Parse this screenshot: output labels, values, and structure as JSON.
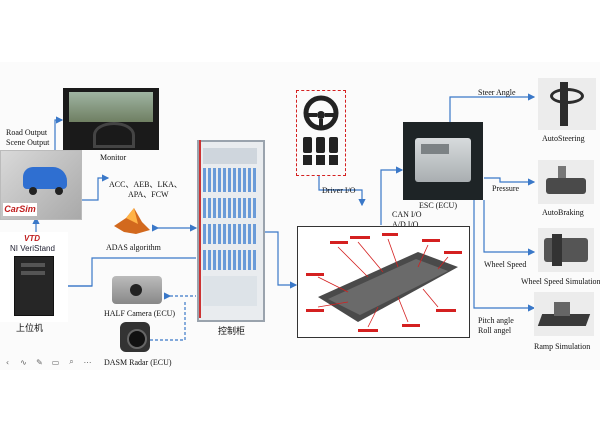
{
  "labels": {
    "road_output": "Road Output",
    "scene_output": "Scene Output",
    "monitor": "Monitor",
    "carsim": "CarSim",
    "veristand_brand": "VTD",
    "veristand_name": "NI VeriStand",
    "upper_pc": "上位机",
    "adas_functions_line1": "ACC、AEB、LKA、",
    "adas_functions_line2": "APA、FCW",
    "adas_algorithm": "ADAS algorithm",
    "half_camera": "HALF Camera (ECU)",
    "dasm_radar": "DASM Radar (ECU)",
    "cabinet": "控制柜",
    "driver_io": "Driver I/O",
    "can_io": "CAN I/O",
    "ad_io": "A/D I/O",
    "esc_ecu": "ESC (ECU)",
    "steer_angle": "Steer Angle",
    "auto_steering": "AutoSteering",
    "pressure": "Pressure",
    "auto_braking": "AutoBraking",
    "wheel_speed": "Wheel Speed",
    "wheel_speed_sim": "Wheel Speed Simulation",
    "pitch_angle": "Pitch angle",
    "roll_angel": "Roll angel",
    "ramp_sim": "Ramp Simulation"
  },
  "colors": {
    "arrow": "#3a78c8",
    "dashed_box": "#d42020",
    "dark": "#222222"
  },
  "toolbar_icons": [
    "back-icon",
    "wave-icon",
    "pen-icon",
    "frame-icon",
    "search-icon",
    "more-icon"
  ]
}
